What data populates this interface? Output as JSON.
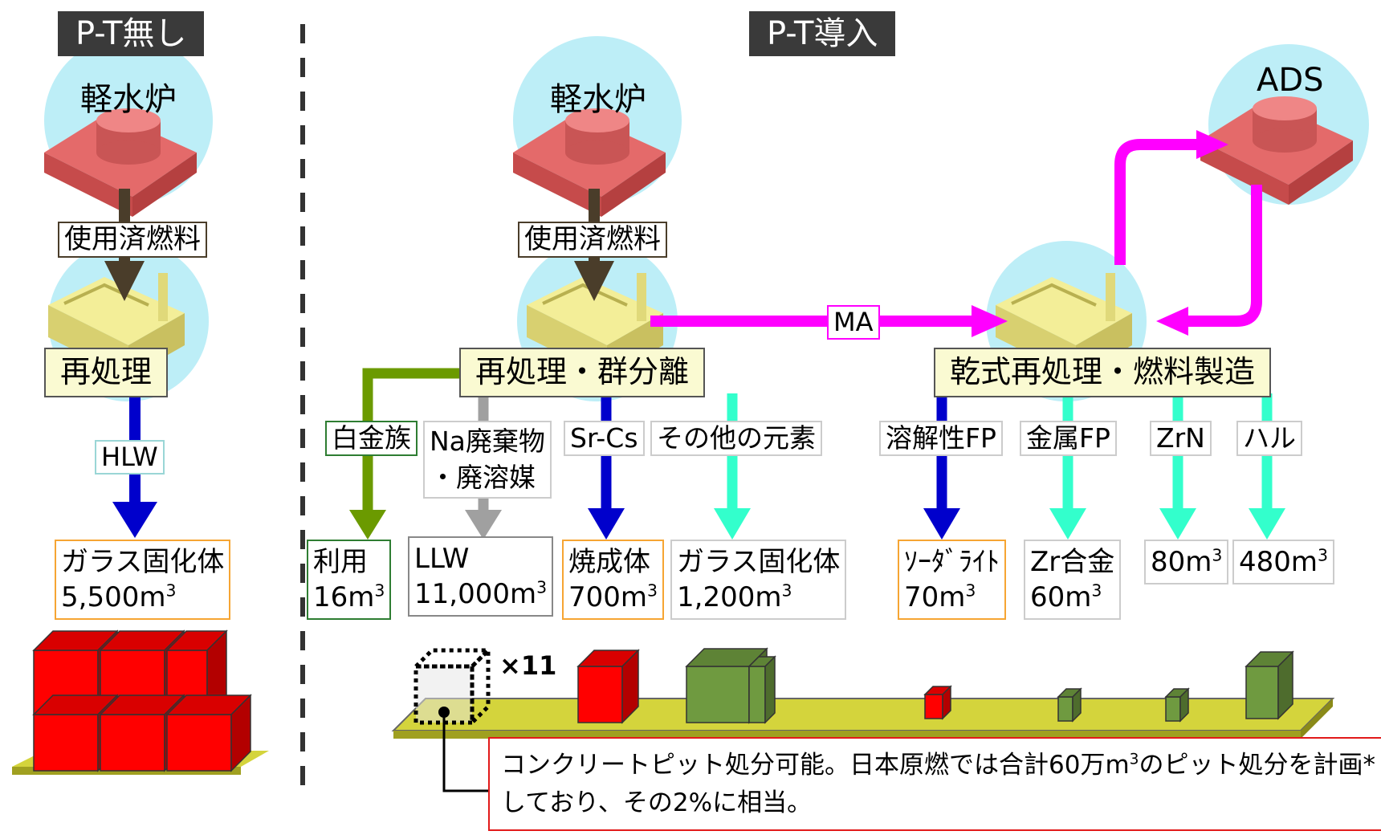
{
  "left": {
    "header": "P-T無し",
    "reactor": "軽水炉",
    "fuel": "使用済燃料",
    "process": "再処理",
    "waste": "HLW",
    "product": {
      "name": "ガラス固化体",
      "volume": "5,500m",
      "unit_sup": "3"
    }
  },
  "right": {
    "header": "P-T導入",
    "reactor": "軽水炉",
    "fuel": "使用済燃料",
    "process": "再処理・群分離",
    "ma": "MA",
    "ads": "ADS",
    "dry": "乾式再処理・燃料製造",
    "streams": [
      {
        "label": "白金族"
      },
      {
        "label": "Na廃棄物",
        "label2": "・廃溶媒"
      },
      {
        "label": "Sr-Cs"
      },
      {
        "label": "その他の元素"
      },
      {
        "label": "溶解性FP"
      },
      {
        "label": "金属FP"
      },
      {
        "label": "ZrN"
      },
      {
        "label": "ハル"
      }
    ],
    "products": [
      {
        "name": "利用",
        "volume": "16m",
        "sup": "3"
      },
      {
        "name": "LLW",
        "volume": "11,000m",
        "sup": "3"
      },
      {
        "name": "焼成体",
        "volume": "700m",
        "sup": "3"
      },
      {
        "name": "ガラス固化体",
        "volume": "1,200m",
        "sup": "3"
      },
      {
        "name": "ｿｰﾀﾞﾗｲﾄ",
        "volume": "70m",
        "sup": "3"
      },
      {
        "name": "Zr合金",
        "volume": "60m",
        "sup": "3"
      },
      {
        "name": "",
        "volume": "80m",
        "sup": "3"
      },
      {
        "name": "",
        "volume": "480m",
        "sup": "3"
      }
    ],
    "multiplier": "×11",
    "note_a": "コンクリートピット処分可能。日本原燃では合計60万m",
    "note_sup": "3",
    "note_b": "のピット処分を計画*しており、その2%に相当。"
  },
  "colors": {
    "dark_header": "#3a3a3a",
    "reactor_top": "#e46a6a",
    "facility": "#f3ee98",
    "circle": "#bdeef7",
    "magenta": "#ff00ff",
    "blue": "#0000cc",
    "green": "#6b9a00",
    "gray": "#a0a0a0",
    "cyan": "#33ffcc",
    "red_block": "#ff0000",
    "olive_block": "#6f9a40",
    "platform": "#d4d43c"
  }
}
